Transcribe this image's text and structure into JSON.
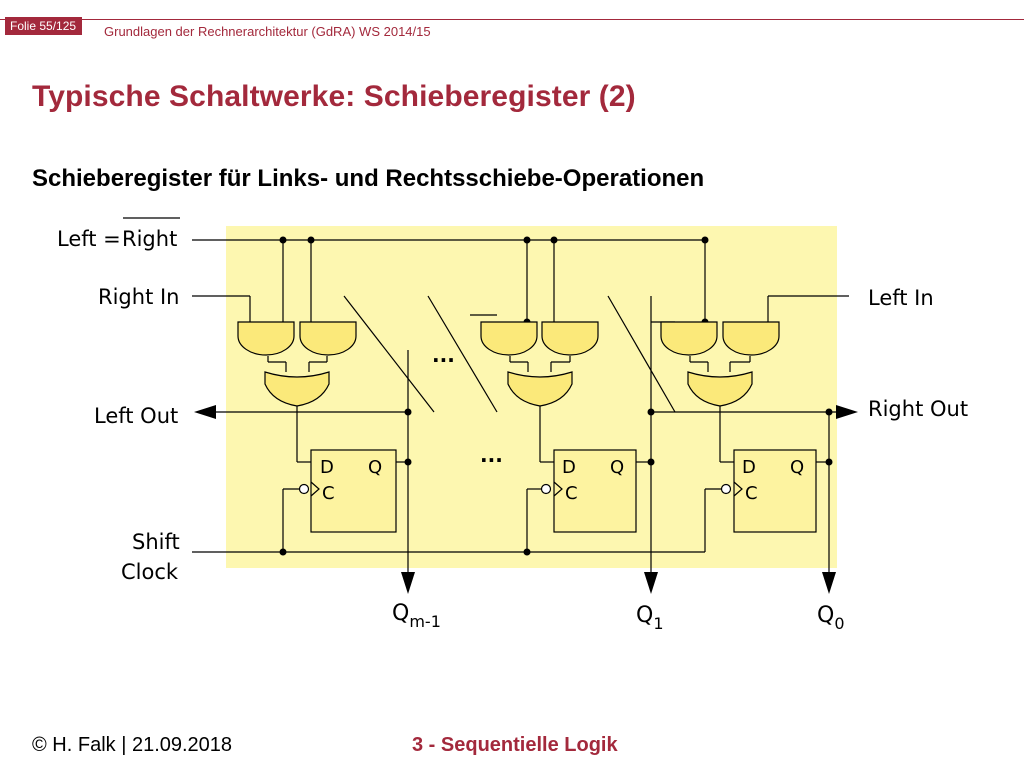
{
  "header": {
    "slide_number": "Folie 55/125",
    "course": "Grundlagen der Rechnerarchitektur (GdRA) WS 2014/15"
  },
  "title": "Typische Schaltwerke: Schieberegister (2)",
  "subtitle": "Schieberegister für Links- und Rechtsschiebe-Operationen",
  "diagram": {
    "labels": {
      "left_eq": "Left = ",
      "right_bar": "Right",
      "right_in": "Right In",
      "left_out": "Left Out",
      "shift": "Shift",
      "clock": "Clock",
      "left_in": "Left In",
      "right_out": "Right Out",
      "ellipsis": "..."
    },
    "flipflop": {
      "d": "D",
      "q": "Q",
      "c": "C"
    },
    "outputs": [
      {
        "base": "Q",
        "sub": "m-1"
      },
      {
        "base": "Q",
        "sub": "1"
      },
      {
        "base": "Q",
        "sub": "0"
      }
    ],
    "colors": {
      "background_panel": "#fdf7b0",
      "gate_fill": "#fbe97a",
      "flipflop_fill": "#fdf3a0",
      "line": "#000000"
    }
  },
  "footer": {
    "author": "© H. Falk | 21.09.2018",
    "chapter": "3 - Sequentielle Logik"
  },
  "accent_color": "#a3293c"
}
